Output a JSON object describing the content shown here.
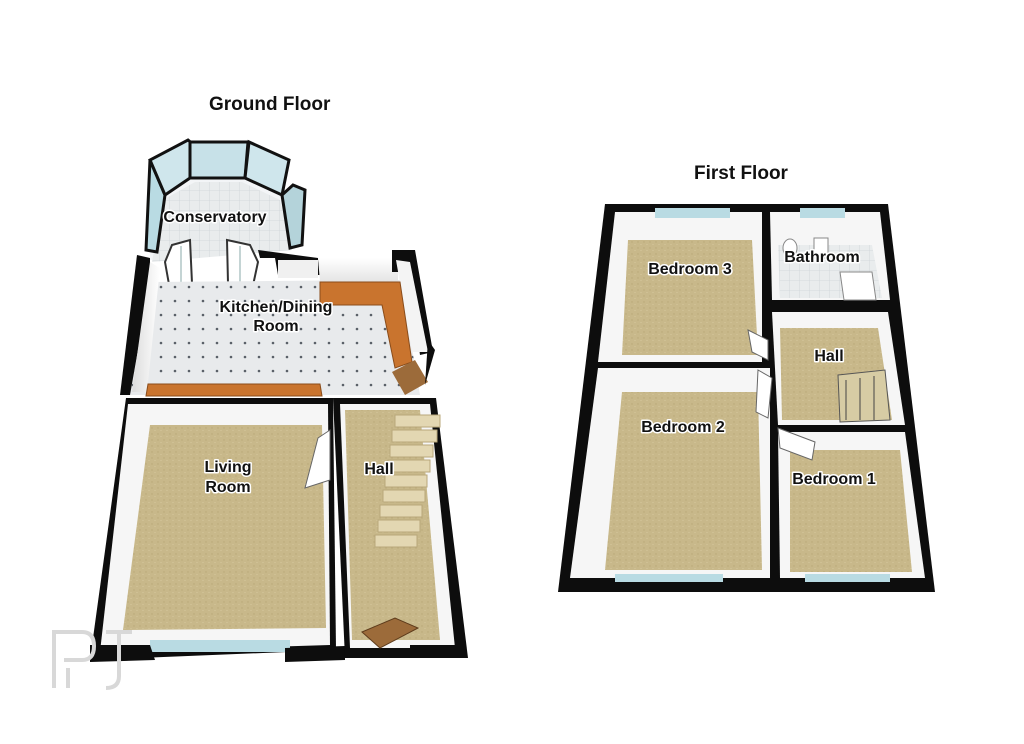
{
  "floors": {
    "ground": {
      "title": "Ground Floor",
      "rooms": {
        "conservatory": "Conservatory",
        "kitchen_line1": "Kitchen/Dining",
        "kitchen_line2": "Room",
        "living_line1": "Living",
        "living_line2": "Room",
        "hall": "Hall"
      }
    },
    "first": {
      "title": "First Floor",
      "rooms": {
        "bedroom3": "Bedroom 3",
        "bathroom": "Bathroom",
        "hall": "Hall",
        "bedroom2": "Bedroom 2",
        "bedroom1": "Bedroom 1"
      }
    }
  },
  "watermark": "PJ",
  "colors": {
    "wall": "#0d0d0d",
    "wall_inner": "#f4f4f4",
    "carpet": "#c8b88a",
    "tile": "#e6e9ec",
    "worktop": "#c9742e",
    "stairs": "#e3d7b2",
    "glass": "#b9dbe3",
    "door_wood": "#9c6b3a"
  }
}
